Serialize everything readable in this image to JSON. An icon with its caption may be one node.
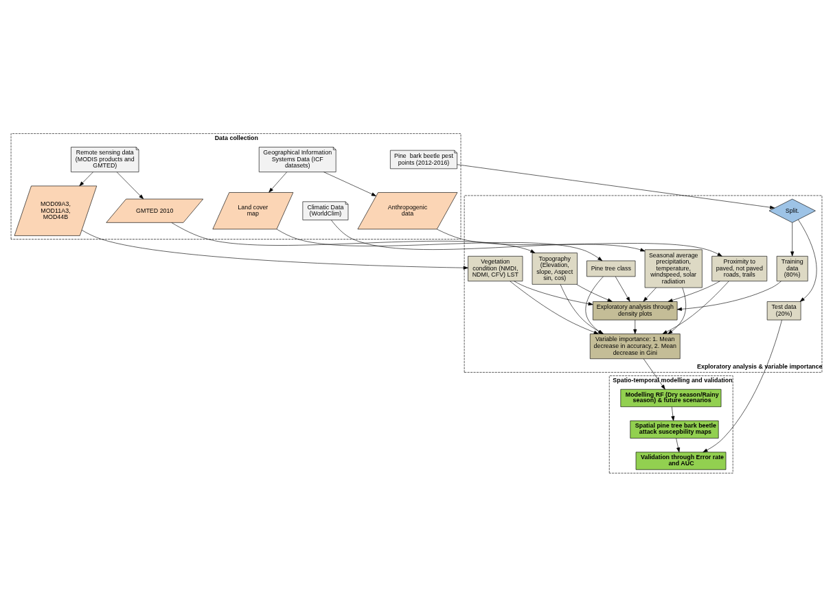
{
  "diagram": {
    "nodes": [
      {
        "text": [
          "Data collection"
        ]
      },
      {
        "text": [
          "Pine  bark beetle pest points (2012-2016)"
        ],
        "in": 0
      },
      {
        "text": [
          "Remote sensing data (MODIS products and GMTED)"
        ],
        "in": 0
      },
      {
        "text": [
          "Geographical Information Systems Data (ICF datasets)"
        ],
        "in": 0
      },
      {
        "text": [
          "Climatic Data (WorldClim)"
        ],
        "in": 0
      },
      {
        "text": [
          "MOD09A3, MOD11A3, MOD44B"
        ],
        "in": 0
      },
      {
        "text": [
          "GMTED 2010"
        ],
        "in": 0
      },
      {
        "text": [
          "Anthropogenic data"
        ],
        "in": 0
      },
      {
        "text": [
          "Land cover map"
        ],
        "in": 0
      },
      {
        "text": [
          "Exploratory analysis & variable importance"
        ]
      },
      {
        "text": [
          "Split."
        ],
        "in": 9
      },
      {
        "text": [
          "Test data (20%)"
        ],
        "in": 9
      },
      {
        "text": [
          "Training data (80%)"
        ],
        "in": 9
      },
      {
        "text": [
          "Vegetation condition (NMDI, NDMI, CFV) LST"
        ],
        "in": 9
      },
      {
        "text": [
          "Topography (Elevation, slope, Aspect sin, cos)"
        ],
        "in": 9
      },
      {
        "text": [
          "Proximity to paved, not paved roads, trails"
        ],
        "in": 9
      },
      {
        "text": [
          "Pine tree class"
        ],
        "in": 9
      },
      {
        "text": [
          "Seasonal average precipitation, temperature, windspeed, solar radiation"
        ],
        "in": 9
      },
      {
        "text": [
          "Exploratory analysis through density plots"
        ],
        "in": 9
      },
      {
        "text": [
          "Variable importance: 1. Mean decrease in accuracy, 2. Mean decrease in Gini"
        ],
        "in": 9
      },
      {
        "text": [
          "Spatio-temporal modelling and validation"
        ]
      },
      {
        "text": [
          "Modelling RF (Dry season/Rainy season) & future scenarios"
        ],
        "in": 20
      },
      {
        "text": [
          "Spatial pine tree bark beetle attack suscepbility maps"
        ],
        "in": 20
      },
      {
        "text": [
          "Validation through Error rate and AUC"
        ],
        "in": 20
      }
    ],
    "edges": [
      {
        "from": 1,
        "to": 10,
        "arrow": "to"
      },
      {
        "from": 2,
        "to": 5,
        "arrow": "to"
      },
      {
        "from": 2,
        "to": 6,
        "arrow": "to"
      },
      {
        "from": 3,
        "to": 7,
        "arrow": "to"
      },
      {
        "from": 3,
        "to": 8,
        "arrow": "to"
      },
      {
        "from": 4,
        "to": 17,
        "arrow": "to"
      },
      {
        "from": 5,
        "to": 13,
        "arrow": "to"
      },
      {
        "from": 6,
        "to": 14,
        "arrow": "to"
      },
      {
        "from": 7,
        "to": 15,
        "arrow": "to"
      },
      {
        "from": 8,
        "to": 16,
        "arrow": "to"
      },
      {
        "from": 10,
        "to": 11,
        "arrow": "to"
      },
      {
        "from": 10,
        "to": 12,
        "arrow": "to"
      },
      {
        "from": 13,
        "to": 18,
        "arrow": "to"
      },
      {
        "from": 14,
        "to": 18,
        "arrow": "to"
      },
      {
        "from": 15,
        "to": 18,
        "arrow": "to"
      },
      {
        "from": 16,
        "to": 18,
        "arrow": "to"
      },
      {
        "from": 17,
        "to": 18,
        "arrow": "to"
      },
      {
        "from": 13,
        "to": 19,
        "arrow": "to"
      },
      {
        "from": 14,
        "to": 19,
        "arrow": "to"
      },
      {
        "from": 15,
        "to": 19,
        "arrow": "to"
      },
      {
        "from": 16,
        "to": 19,
        "arrow": "to"
      },
      {
        "from": 17,
        "to": 19,
        "arrow": "to"
      },
      {
        "from": 12,
        "to": 18,
        "arrow": "to"
      },
      {
        "from": 18,
        "to": 19,
        "arrow": "to"
      },
      {
        "from": 19,
        "to": 21,
        "arrow": "to"
      },
      {
        "from": 21,
        "to": 22,
        "arrow": "to"
      },
      {
        "from": 22,
        "to": 23,
        "arrow": "to"
      },
      {
        "from": 11,
        "to": 23,
        "arrow": "to"
      }
    ]
  }
}
